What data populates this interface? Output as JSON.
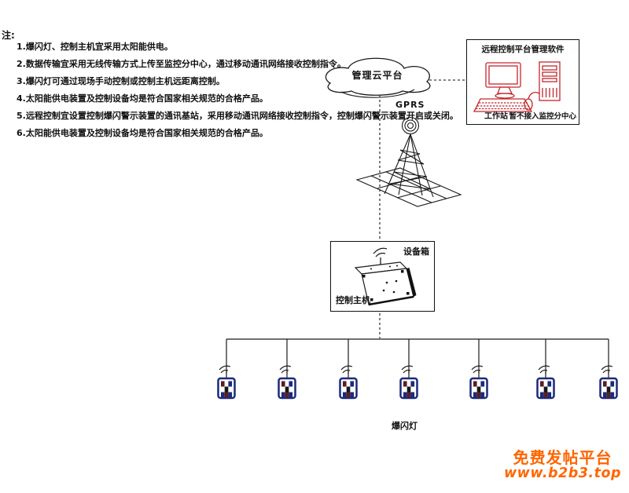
{
  "notes": {
    "label": "注:",
    "items": [
      "1.爆闪灯、控制主机宜采用太阳能供电。",
      "2.数据传输宜采用无线传输方式上传至监控分中心，通过移动通讯网络接收控制指令。",
      "3.爆闪灯可通过现场手动控制或控制主机远距离控制。",
      "4.太阳能供电装置及控制设备均是符合国家相关规范的合格产品。",
      "5.远程控制宜设置控制爆闪警示装置的通讯基站，采用移动通讯网络接收控制指令，控制爆闪警示装置开启或关闭。",
      "6.太阳能供电装置及控制设备均是符合国家相关规范的合格产品。"
    ]
  },
  "cloud": {
    "label": "管理云平台"
  },
  "gprs": {
    "label": "GPRS"
  },
  "remote_box": {
    "title": "远程控制平台管理软件",
    "workstation_label": "工作站",
    "note_label": "暂不接入监控分中心"
  },
  "device_box": {
    "box_label": "设备箱",
    "host_label": "控制主机"
  },
  "flashers": {
    "label": "爆闪灯",
    "count": 7
  },
  "watermark": {
    "line1": "免费发帖平台",
    "line2": "www.b2b3.top",
    "color": "#ff6600"
  },
  "colors": {
    "line_black": "#1a1a1a",
    "computer_red": "#c2272d",
    "beacon_navy": "#1c2a7a",
    "beacon_maroon": "#5a1f1f",
    "watermark_orange": "#ff6600"
  }
}
